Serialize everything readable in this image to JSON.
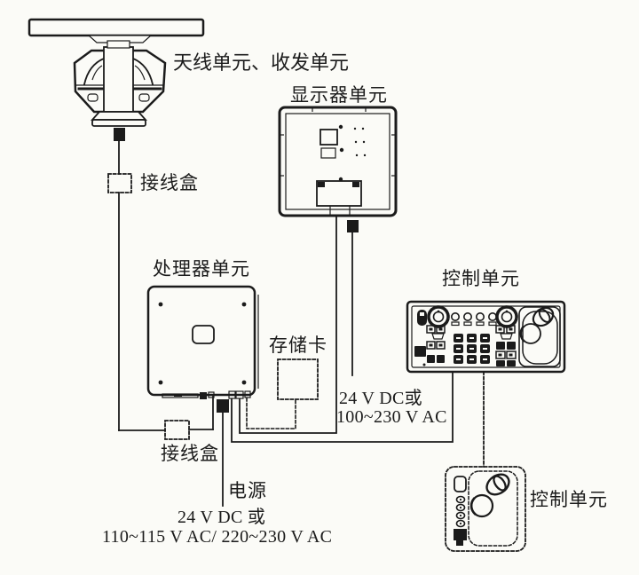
{
  "colors": {
    "ink": "#1b1b1b",
    "paper": "#fbfbf7"
  },
  "labels": {
    "antenna_unit": "天线单元、收发单元",
    "display_unit": "显示器单元",
    "processor_unit": "处理器单元",
    "memory_card": "存储卡",
    "control_unit": "控制单元",
    "control_unit_remote": "控制单元",
    "junction_box_antenna": "接线盒",
    "junction_box_processor": "接线盒",
    "power": "电源",
    "processor_power_spec_1": "24 V DC 或",
    "processor_power_spec_2": "110~115 V AC/ 220~230 V AC",
    "display_power_spec_1": "24 V DC或",
    "display_power_spec_2": "100~230 V AC"
  }
}
